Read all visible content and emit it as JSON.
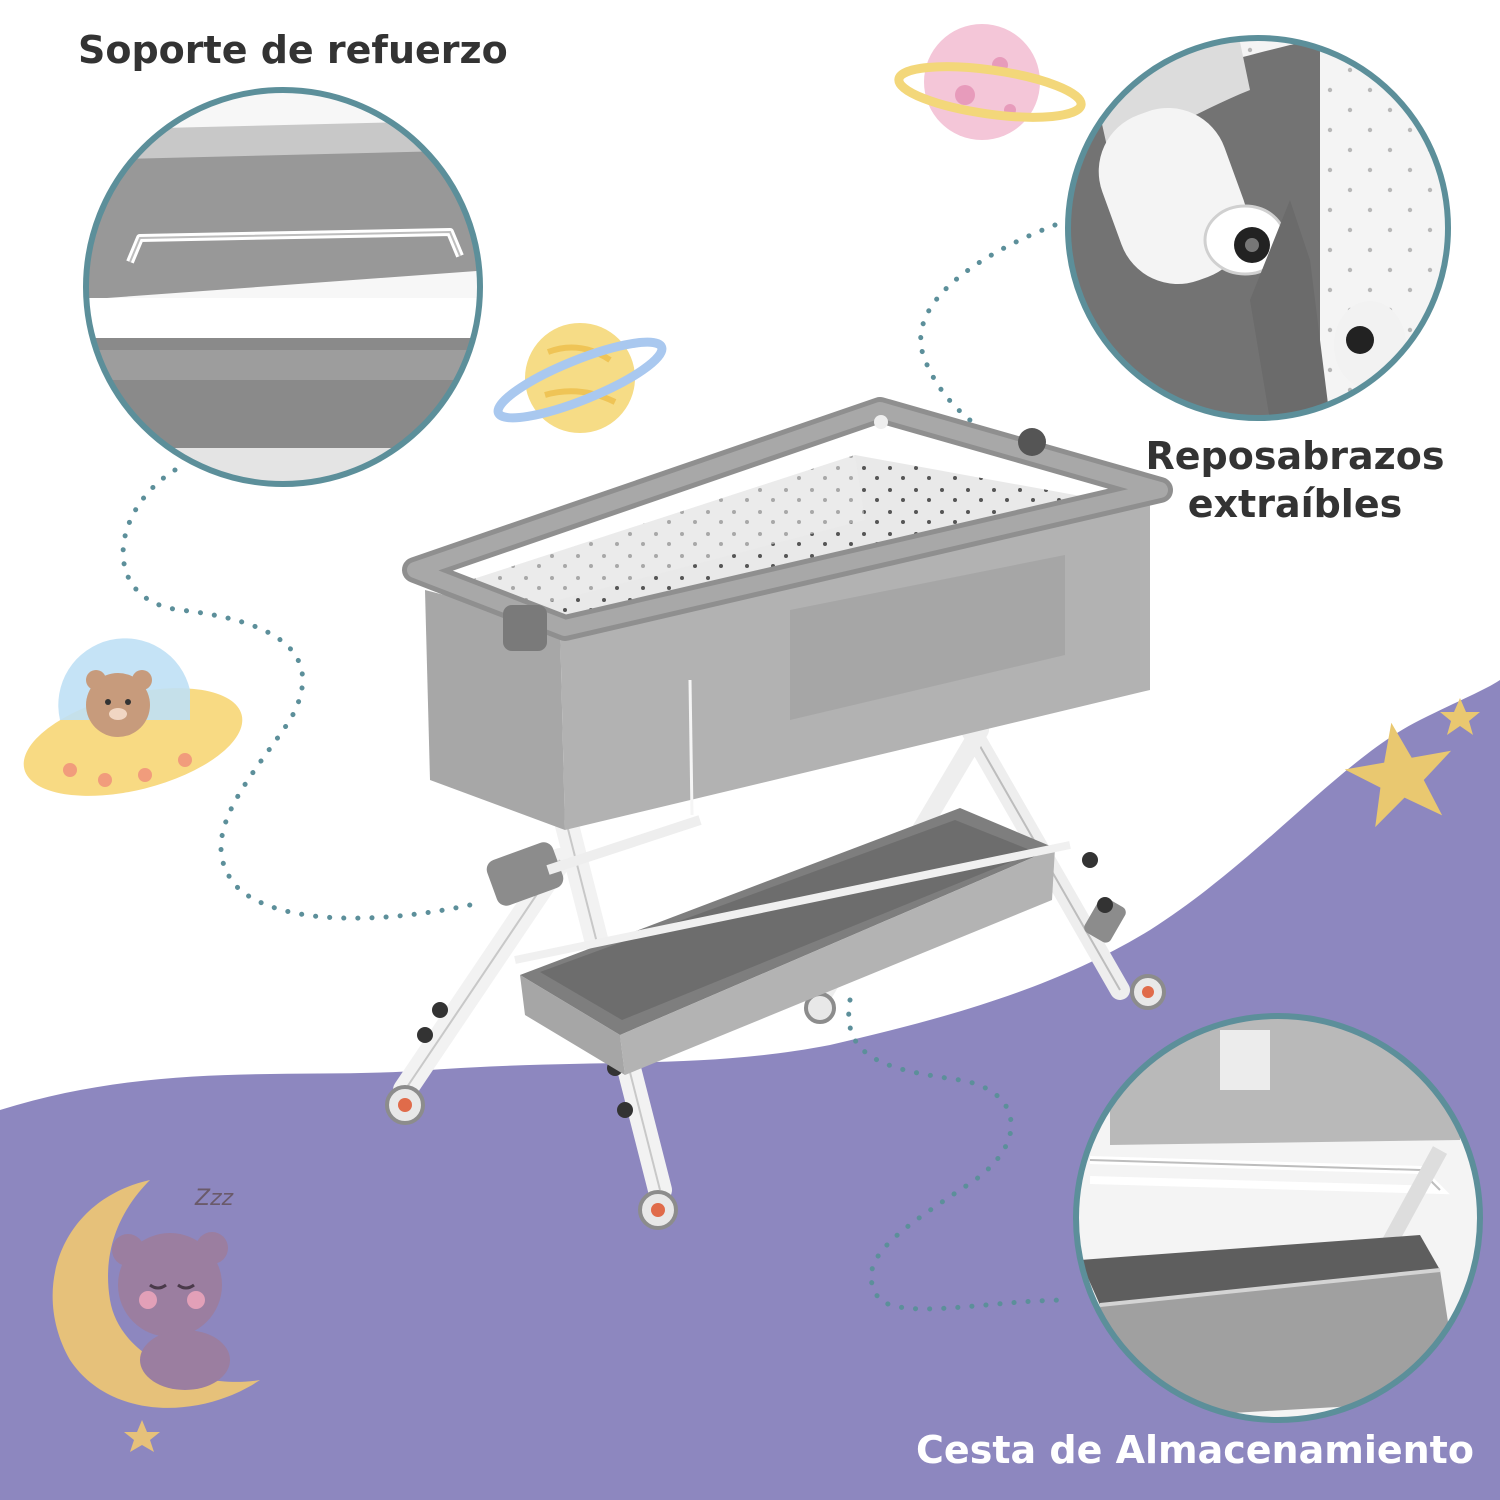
{
  "labels": {
    "support": "Soporte de refuerzo",
    "armrest_line1": "Reposabrazos",
    "armrest_line2": "extraíbles",
    "basket": "Cesta de Almacenamiento"
  },
  "colors": {
    "background": "#ffffff",
    "purple_wave": "#8d87bf",
    "circle_ring": "#5c8f9a",
    "dotted_line": "#5c8f9a",
    "fabric_grey": "#a9a9a9",
    "frame_white": "#f2f2f2",
    "label_dark": "#333333",
    "label_light": "#ffffff"
  },
  "icons": [
    "pink-planet-icon",
    "yellow-planet-icon",
    "bear-ufo-icon",
    "star-icon",
    "moon-bear-icon"
  ]
}
